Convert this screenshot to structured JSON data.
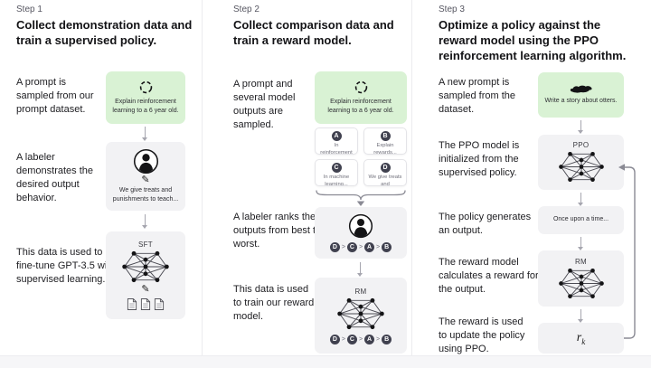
{
  "palette": {
    "green_box_bg": "#d9f2d4",
    "gray_box_bg": "#f2f2f4",
    "text_dark": "#131316",
    "arrow_gray": "#a6a6af",
    "circle_dark": "#40414f"
  },
  "columns": [
    {
      "step_label": "Step 1",
      "heading": "Collect demonstration data and train a supervised policy.",
      "captions": {
        "prompt": "A prompt is sampled from our prompt dataset.",
        "labeler": "A labeler demonstrates the desired output behavior.",
        "finetune": "This data is used to fine-tune GPT-3.5 with supervised learning."
      },
      "boxes": {
        "prompt_text": "Explain reinforcement learning to a 6 year old.",
        "labeler_text": "We give treats and punishments to teach...",
        "model_label": "SFT"
      }
    },
    {
      "step_label": "Step 2",
      "heading": "Collect comparison data and train a reward model.",
      "captions": {
        "sampled": "A prompt and several model outputs are sampled.",
        "ranks": "A labeler ranks the outputs from best to worst.",
        "train": "This data is used to train our reward model."
      },
      "boxes": {
        "prompt_text": "Explain reinforcement learning to a 6 year old.",
        "options": [
          {
            "letter": "A",
            "text": "In reinforcement learning, the agent is..."
          },
          {
            "letter": "B",
            "text": "Explain rewards..."
          },
          {
            "letter": "C",
            "text": "In machine learning..."
          },
          {
            "letter": "D",
            "text": "We give treats and punishments to teach..."
          }
        ],
        "ranking": [
          "D",
          "C",
          "A",
          "B"
        ],
        "ranking_sep": ">",
        "model_label": "RM"
      }
    },
    {
      "step_label": "Step 3",
      "heading": "Optimize a policy against the reward model using the PPO reinforcement learning algorithm.",
      "captions": {
        "new_prompt": "A new prompt is sampled from the dataset.",
        "init": "The PPO model is initialized from the supervised policy.",
        "generates": "The policy generates an output.",
        "reward_calc": "The reward model calculates a reward for the output.",
        "update": "The reward is used to update the policy using PPO."
      },
      "boxes": {
        "prompt_text": "Write a story about otters.",
        "ppo_label": "PPO",
        "output_text": "Once upon a time...",
        "rm_label": "RM",
        "reward_symbol_base": "r",
        "reward_symbol_sub": "k"
      }
    }
  ]
}
